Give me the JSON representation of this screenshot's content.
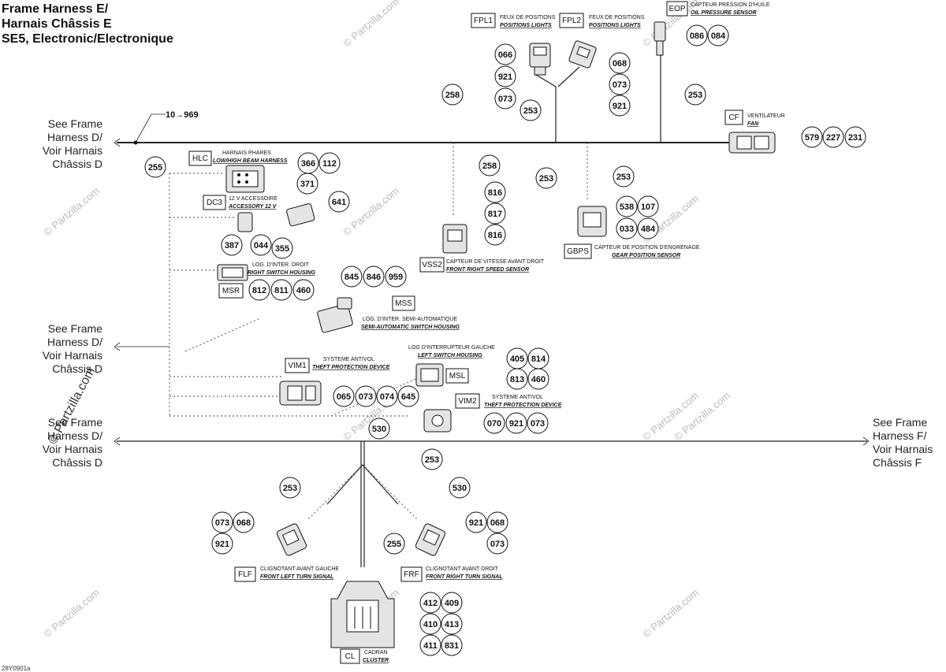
{
  "title": [
    "Frame Harness E/",
    "Harnais Châssis E",
    "SE5, Electronic/Electronique"
  ],
  "side_labels": {
    "left_top": [
      "See Frame",
      "Harness D/",
      "Voir Harnais",
      "Châssis D"
    ],
    "left_mid": [
      "See Frame",
      "Harness D/",
      "Voir Harnais",
      "Châssis D"
    ],
    "left_bottom": [
      "See Frame",
      "Harness D/",
      "Voir Harnais",
      "Châssis D"
    ],
    "right_bottom": [
      "See Frame",
      "Harness F/",
      "Voir Harnais",
      "Châssis F"
    ]
  },
  "branch_label": "10→969",
  "watermark": "© Partzilla.com",
  "drawing_ref": "28Y0901a",
  "connectors": [
    {
      "id": "hlc",
      "code": "HLC",
      "fr": "HARNAIS PHARES",
      "en": "LOW/HIGH BEAM HARNESS"
    },
    {
      "id": "dc3",
      "code": "DC3",
      "fr": "12 V ACCESSOIRE",
      "en": "ACCESSORY 12 V"
    },
    {
      "id": "msr",
      "code": "MSR",
      "fr": "LOG. D'INTER. DROIT",
      "en": "RIGHT SWITCH HOUSING"
    },
    {
      "id": "mss",
      "code": "MSS",
      "fr": "LOG. D'INTER. SEMI-AUTOMATIQUE",
      "en": "SEMI-AUTOMATIC SWITCH HOUSING"
    },
    {
      "id": "vim1",
      "code": "VIM1",
      "fr": "SYSTEME ANTIVOL",
      "en": "THEFT PROTECTION DEVICE"
    },
    {
      "id": "msl",
      "code": "MSL",
      "fr": "LOG D'INTERRUPTEUR GAUCHE",
      "en": "LEFT SWITCH HOUSING"
    },
    {
      "id": "vim2",
      "code": "VIM2",
      "fr": "SYSTEME ANTIVOL",
      "en": "THEFT PROTECTION DEVICE"
    },
    {
      "id": "fpl1",
      "code": "FPL1",
      "fr": "FEUX DE POSITIONS",
      "en": "POSITIONS LIGHTS"
    },
    {
      "id": "fpl2",
      "code": "FPL2",
      "fr": "FEUX DE POSITIONS",
      "en": "POSITIONS LIGHTS"
    },
    {
      "id": "eop",
      "code": "EOP",
      "fr": "CAPTEUR PRESSION D'HUILE",
      "en": "OIL PRESSURE SENSOR"
    },
    {
      "id": "cf",
      "code": "CF",
      "fr": "VENTILATEUR",
      "en": "FAN"
    },
    {
      "id": "vss2",
      "code": "VSS2",
      "fr": "CAPTEUR DE VITESSE AVANT DROIT",
      "en": "FRONT RIGHT SPEED SENSOR"
    },
    {
      "id": "gbps",
      "code": "GBPS",
      "fr": "CAPTEUR DE POSITION D'ENGRENAGE",
      "en": "GEAR POSITION SENSOR"
    },
    {
      "id": "flf",
      "code": "FLF",
      "fr": "CLIGNOTANT AVANT GAUCHE",
      "en": "FRONT LEFT TURN SIGNAL"
    },
    {
      "id": "frf",
      "code": "FRF",
      "fr": "CLIGNOTANT AVANT DROIT",
      "en": "FRONT RIGHT TURN SIGNAL"
    },
    {
      "id": "cl",
      "code": "CL",
      "fr": "CADRAN",
      "en": "CLUSTER"
    }
  ],
  "callouts": [
    "255",
    "366",
    "112",
    "371",
    "641",
    "387",
    "044",
    "355",
    "812",
    "811",
    "460",
    "845",
    "846",
    "959",
    "065",
    "073",
    "074",
    "645",
    "405",
    "814",
    "813",
    "460",
    "070",
    "921",
    "073",
    "530",
    "066",
    "921",
    "073",
    "068",
    "073",
    "921",
    "086",
    "084",
    "258",
    "253",
    "253",
    "579",
    "227",
    "231",
    "258",
    "816",
    "817",
    "816",
    "253",
    "253",
    "538",
    "107",
    "033",
    "484",
    "253",
    "253",
    "530",
    "073",
    "068",
    "921",
    "921",
    "068",
    "073",
    "255",
    "412",
    "409",
    "410",
    "413",
    "411",
    "831"
  ]
}
